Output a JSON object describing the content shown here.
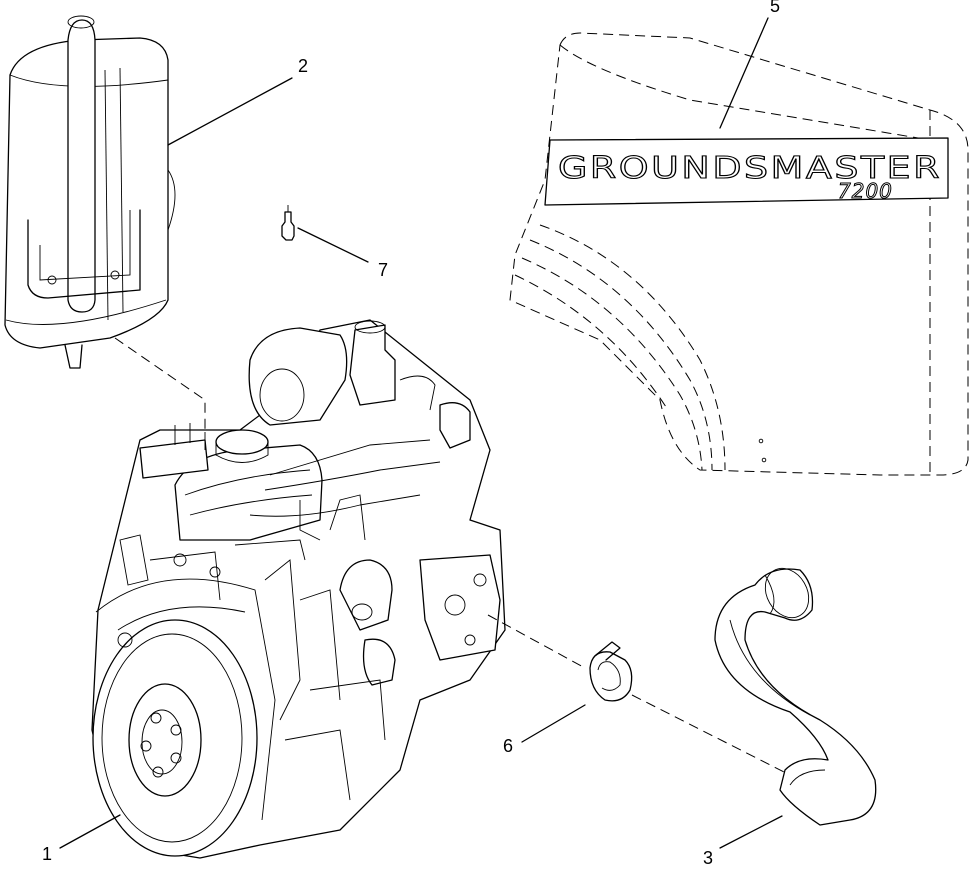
{
  "callouts": {
    "engine": "1",
    "muffler": "2",
    "hose": "3",
    "decal": "5",
    "clamp": "6",
    "sensor": "7"
  },
  "decal": {
    "brand": "GROUNDSMASTER",
    "model": "7200"
  }
}
